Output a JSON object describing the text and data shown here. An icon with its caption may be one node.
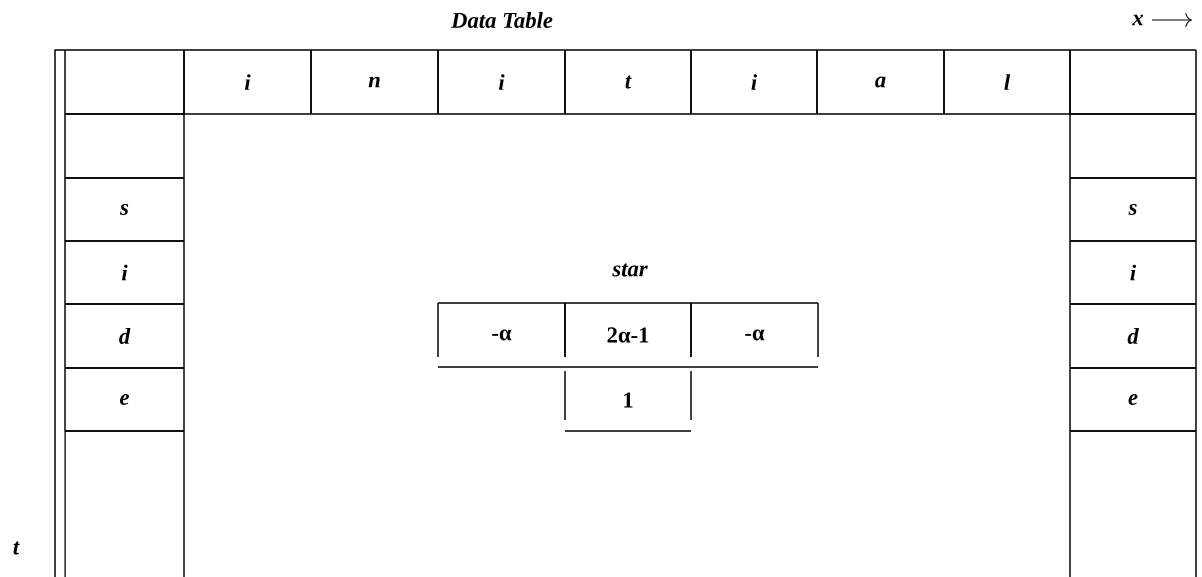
{
  "diagram": {
    "title": "Data Table",
    "nodes": [
      {
        "text": [],
        "shape": "box"
      },
      {
        "text": [
          "i"
        ]
      },
      {
        "text": [
          "n"
        ]
      },
      {
        "text": [
          "i"
        ]
      },
      {
        "text": [
          "t"
        ]
      },
      {
        "text": [
          "i"
        ]
      },
      {
        "text": [
          "a"
        ]
      },
      {
        "text": [
          "l"
        ]
      },
      {
        "text": [],
        "shape": "box"
      },
      {
        "text": [],
        "shape": "box"
      },
      {
        "text": [],
        "shape": "box"
      },
      {
        "text": [
          "s"
        ]
      },
      {
        "text": [
          "s"
        ]
      },
      {
        "text": [
          "i"
        ]
      },
      {
        "text": [
          "i"
        ]
      },
      {
        "text": [
          "d"
        ]
      },
      {
        "text": [
          "d"
        ]
      },
      {
        "text": [
          "e"
        ]
      },
      {
        "text": [
          "e"
        ]
      },
      {
        "text": [],
        "shape": "box"
      },
      {
        "text": [],
        "shape": "box"
      },
      {
        "text": [
          "-α"
        ]
      },
      {
        "text": [
          "2α-1"
        ]
      },
      {
        "text": [
          "-α"
        ]
      },
      {
        "text": [
          "1"
        ]
      }
    ],
    "labels": [
      "x",
      "star",
      "t"
    ]
  }
}
